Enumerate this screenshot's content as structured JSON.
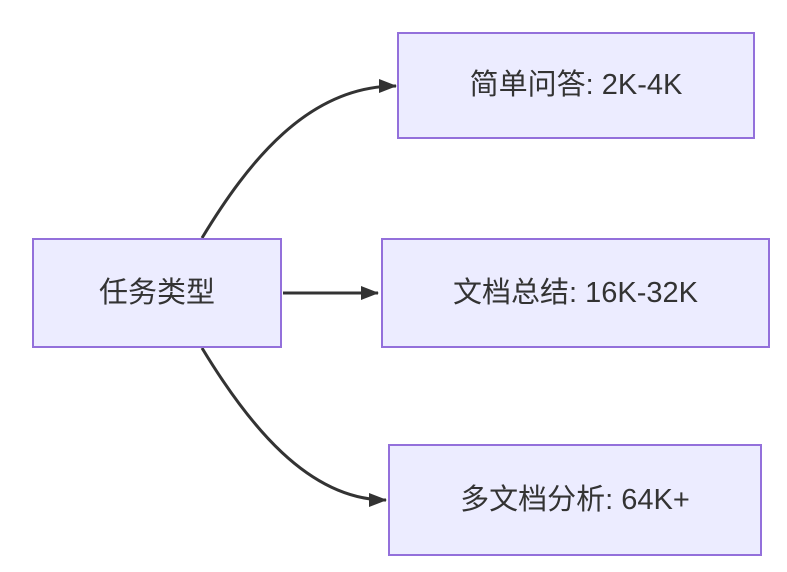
{
  "diagram": {
    "type": "flowchart",
    "direction": "left-to-right",
    "root": {
      "id": "task-type",
      "label": "任务类型"
    },
    "children": [
      {
        "id": "simple-qa",
        "label": "简单问答: 2K-4K"
      },
      {
        "id": "doc-summary",
        "label": "文档总结: 16K-32K"
      },
      {
        "id": "multi-doc-analysis",
        "label": "多文档分析: 64K+"
      }
    ],
    "edges": [
      {
        "from": "task-type",
        "to": "simple-qa",
        "style": "curved-up"
      },
      {
        "from": "task-type",
        "to": "doc-summary",
        "style": "straight"
      },
      {
        "from": "task-type",
        "to": "multi-doc-analysis",
        "style": "curved-down"
      }
    ],
    "colors": {
      "node_fill": "#ECECFF",
      "node_border": "#9370DB",
      "edge_line": "#333333",
      "text": "#333333",
      "background": "#FFFFFF"
    }
  }
}
